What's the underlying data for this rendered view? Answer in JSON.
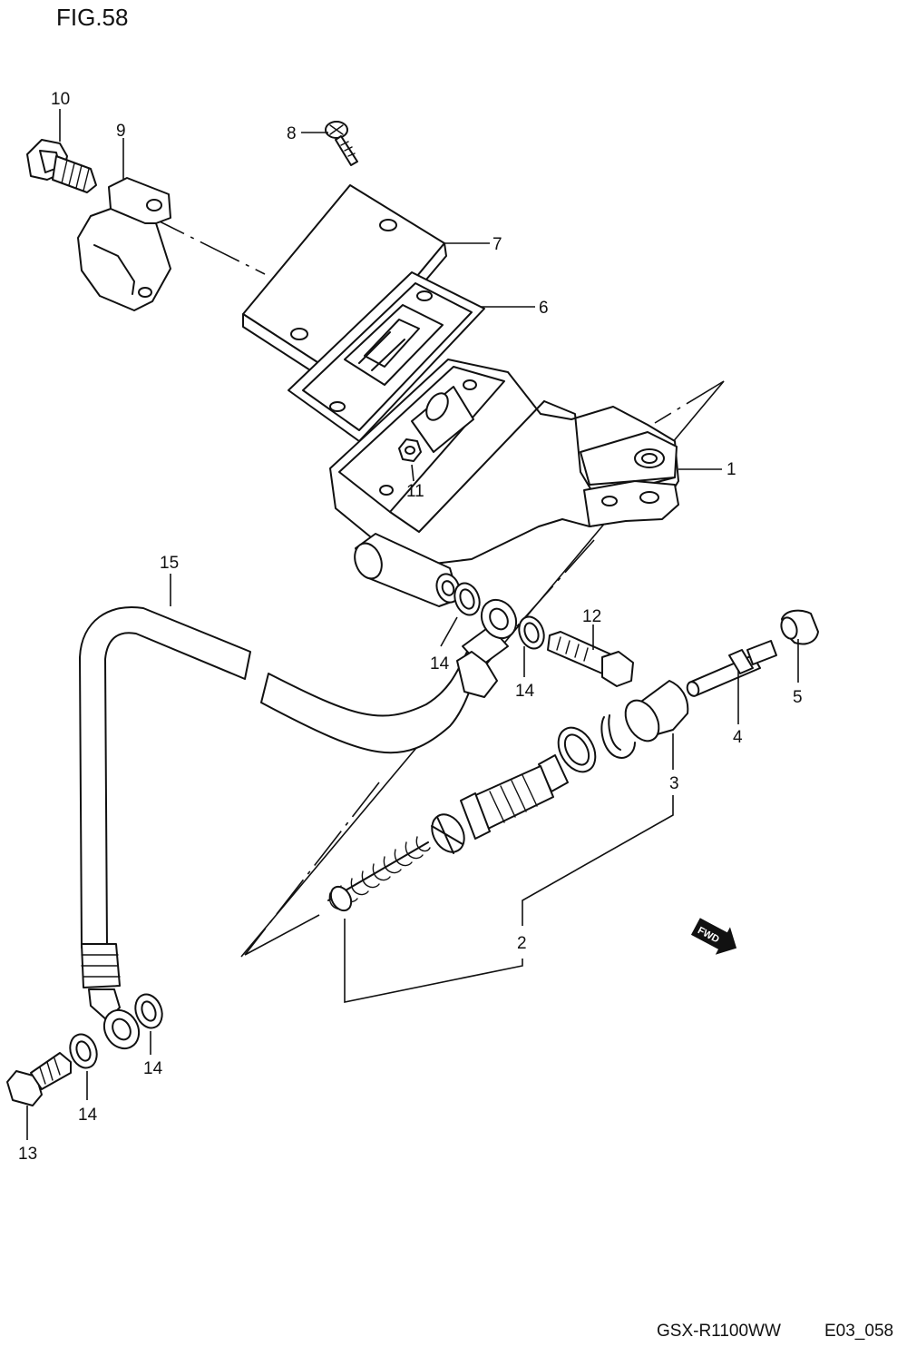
{
  "figure": {
    "title": "FIG.58"
  },
  "callouts": {
    "c1": "1",
    "c2": "2",
    "c3": "3",
    "c4": "4",
    "c5": "5",
    "c6": "6",
    "c7": "7",
    "c8": "8",
    "c9": "9",
    "c10": "10",
    "c11": "11",
    "c12": "12",
    "c13": "13",
    "c14": "14",
    "c15": "15"
  },
  "fwd_badge": "FWD",
  "footer": {
    "model": "GSX-R1100WW",
    "code": "E03_058"
  }
}
